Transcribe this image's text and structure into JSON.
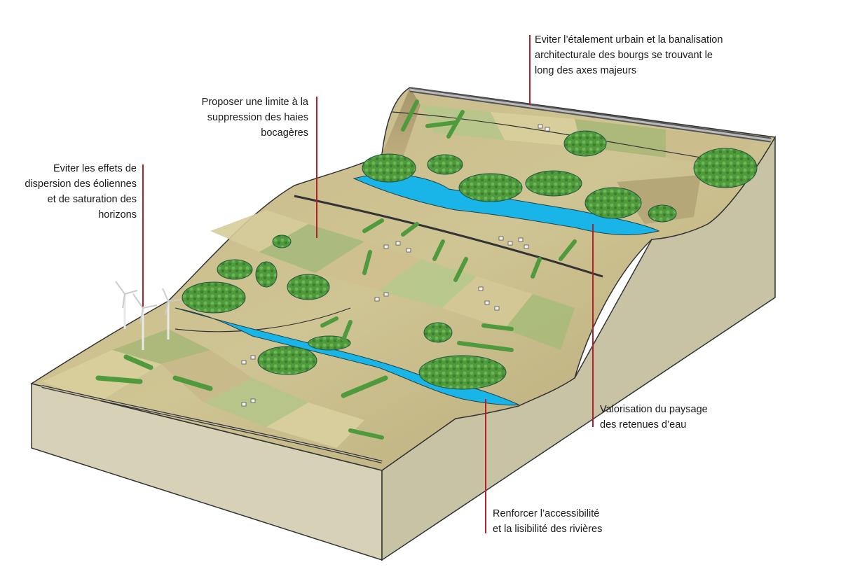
{
  "annotations": {
    "windfarm": "Eviter les effets de\ndispersion des éoliennes\net de saturation des\nhorizons",
    "hedges": "Proposer une limite à la\nsuppression des haies\nbocagères",
    "urban": "Eviter l’étalement urbain et la banalisation\narchitecturale des bourgs se trouvant le\nlong des axes majeurs",
    "reservoirs": "Valorisation du paysage\ndes retenues d’eau",
    "rivers": "Renforcer l’accessibilité\net la lisibilité des rivières"
  },
  "colors": {
    "leader_line": "#b3202a",
    "water": "#19b5e8",
    "forest": "#4f9a3c",
    "field_light": "#d9cf9a",
    "field_green": "#a9bb7a",
    "soil_side": "#d7d2b8",
    "road": "#3a3a3a"
  }
}
